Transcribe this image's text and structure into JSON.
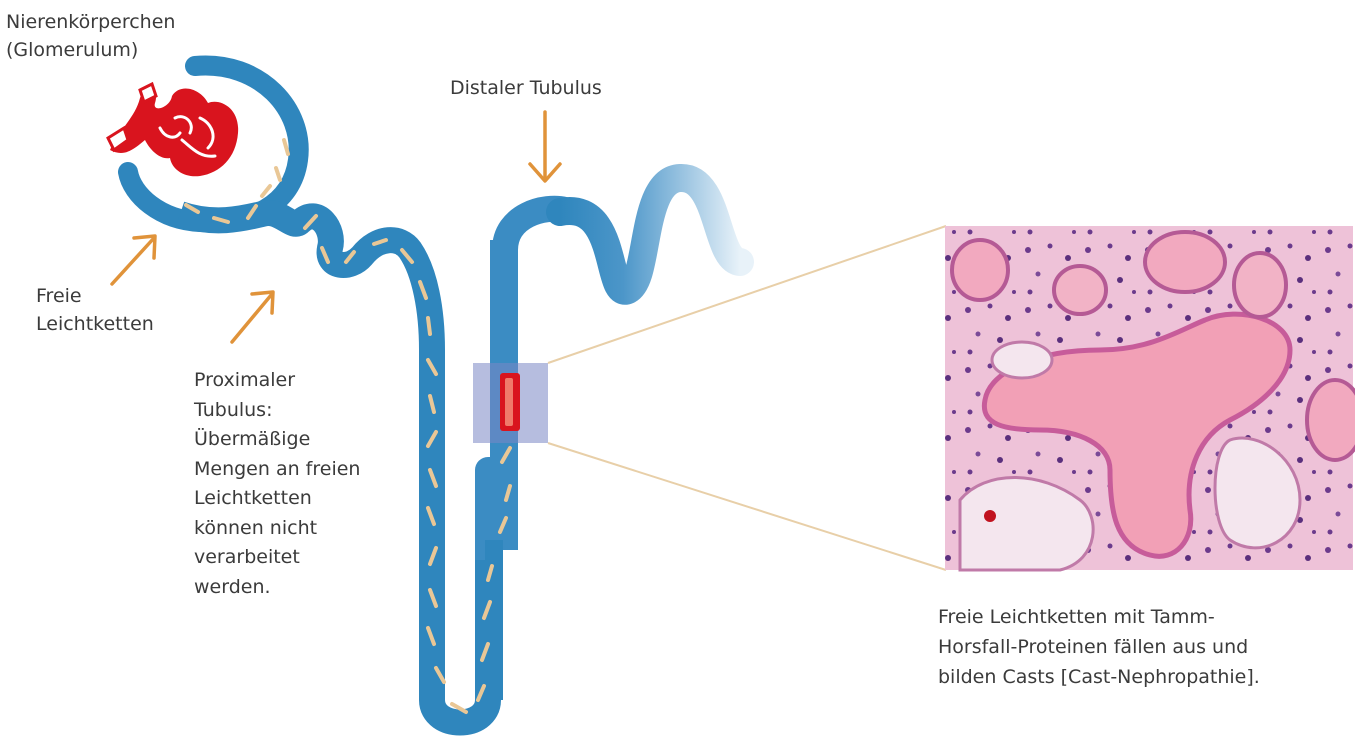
{
  "labels": {
    "glomerulum": [
      "Nierenkörperchen",
      "(Glomerulum)"
    ],
    "distal": "Distaler Tubulus",
    "free_chains": [
      "Freie",
      "Leichtketten"
    ],
    "proximal": [
      "Proximaler",
      "Tubulus:",
      "Übermäßige",
      "Mengen an freien",
      "Leichtketten",
      "können nicht",
      "verarbeitet",
      "werden."
    ],
    "caption": [
      "Freie Leichtketten mit Tamm-",
      "Horsfall-Proteinen fällen aus und",
      "bilden Casts [Cast-Nephropathie]."
    ]
  },
  "colors": {
    "tubule": "#2f86bd",
    "tubule_light": "#5aa3d4",
    "glomerulus": "#d9141e",
    "arrow": "#e0933a",
    "light_chain": "#e9c796",
    "highlight_box": "#7a86c4",
    "cast": "#f2a0b6",
    "tissue": "#e6a8c6",
    "nucleus": "#5a2f7d"
  },
  "icons": {
    "arrow": "arrow-icon",
    "glomerulus": "glomerulus-icon",
    "cast": "cast-icon"
  }
}
